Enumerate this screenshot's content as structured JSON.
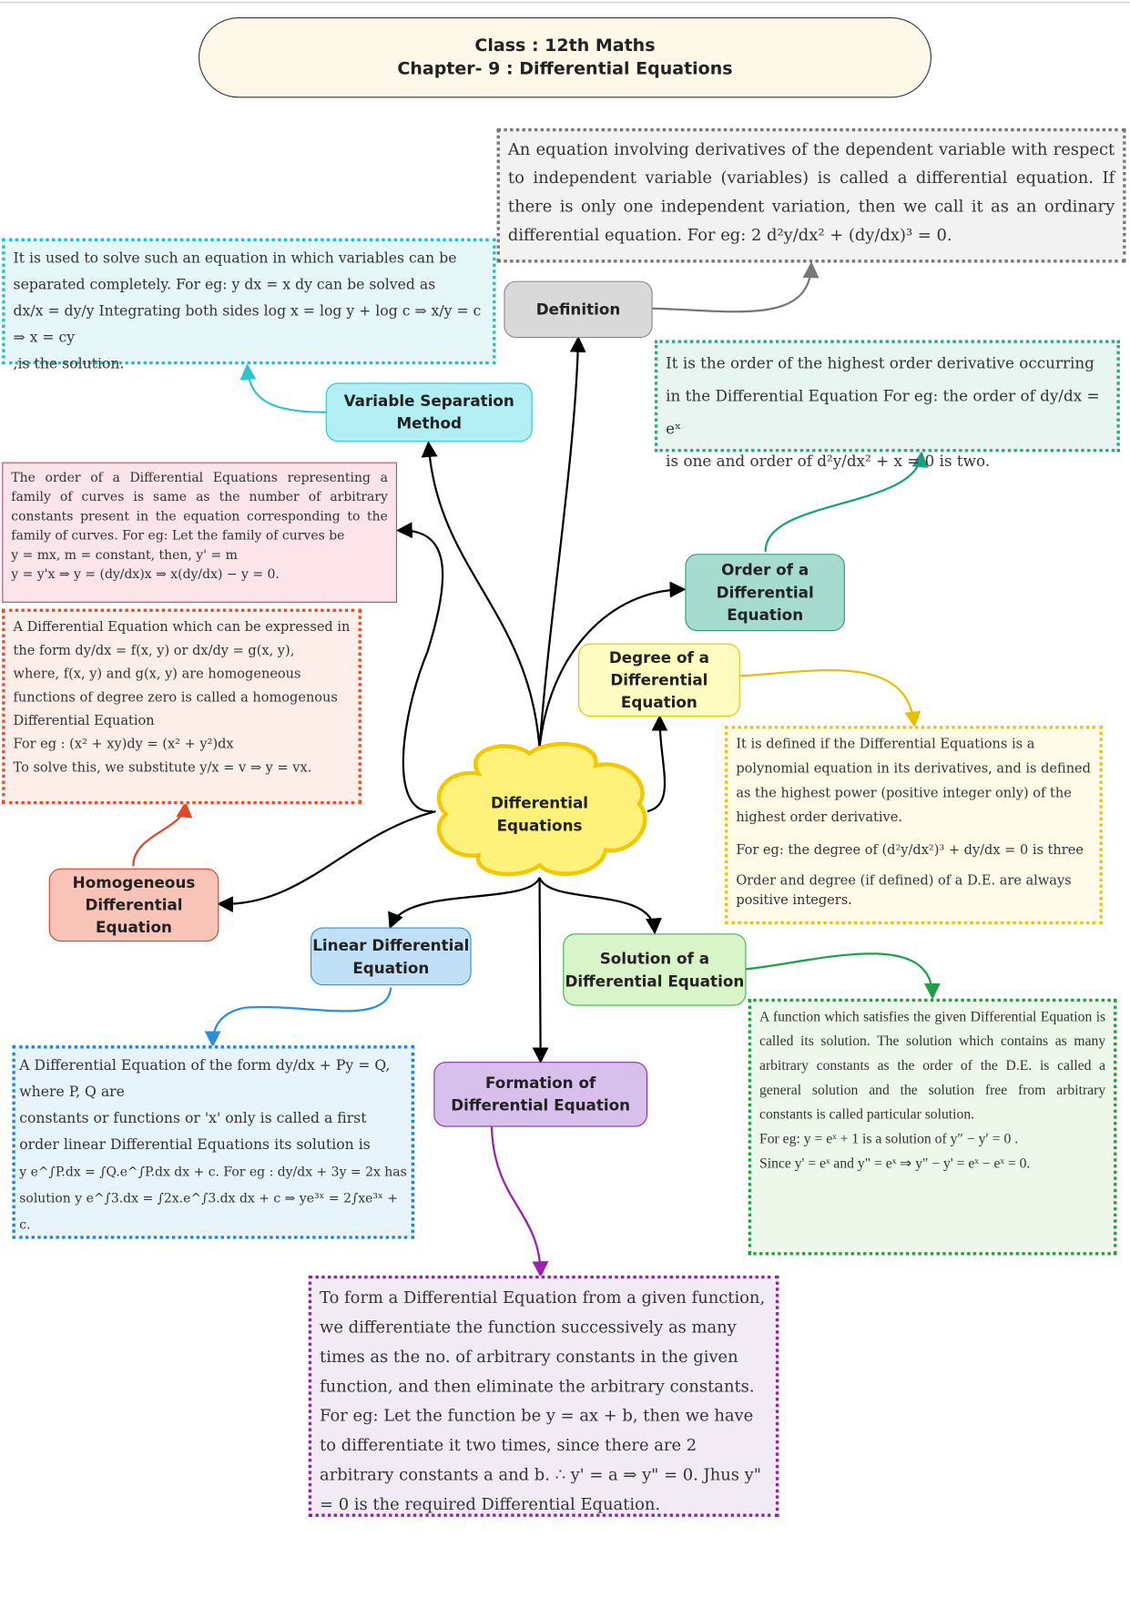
{
  "title": {
    "line1": "Class : 12th Maths",
    "line2": "Chapter- 9 : Differential Equations"
  },
  "center": {
    "label": "Differential Equations"
  },
  "nodes": {
    "definition": "Definition",
    "variable_separation": "Variable Separation Method",
    "order": "Order of a Differential Equation",
    "degree": "Degree of a Differential Equation",
    "homogeneous": "Homogeneous Differential Equation",
    "linear": "Linear Differential Equation",
    "solution": "Solution of a Differential Equation",
    "formation": "Formation of Differential Equation"
  },
  "texts": {
    "definition": [
      "An equation involving derivatives of the dependent variable with respect to independent variable (variables) is called a differential equation. If there is only one independent variation, then we call it as an ordinary differential equation. For eg:  2 d²y/dx² + (dy/dx)³ = 0."
    ],
    "variable_separation": [
      "It is used to solve such an equation in which variables can be separated completely. For eg: y dx = x dy   can be solved as",
      "dx/x = dy/y  Integrating both sides log x = log y + log c ⇒ x/y = c ⇒ x = cy",
      ",is the solution."
    ],
    "order": [
      "It is the order of the highest order derivative occurring in the Differential Equation For eg: the order of dy/dx = eˣ",
      "is one and order of d²y/dx² + x = 0 is two."
    ],
    "family": [
      "The order of a Differential Equations representing a family of curves is same as the number of arbitrary constants present in the equation corresponding to the family of curves. For eg: Let the family of curves be",
      "y = mx,  m = constant, then, y' = m",
      "y = y'x ⇒ y = (dy/dx)x ⇒ x(dy/dx) − y = 0."
    ],
    "homogeneous": [
      "A Differential Equation which can be expressed in the form dy/dx = f(x, y) or dx/dy = g(x, y),",
      "where, f(x, y) and g(x, y) are homogeneous functions of degree zero is called a homogenous Differential Equation",
      "For eg : (x² + xy)dy = (x² + y²)dx",
      "To solve this, we substitute y/x = v ⇒ y = vx."
    ],
    "degree": [
      "It is defined if the Differential Equations is a polynomial equation in its derivatives, and is defined as the highest power (positive integer only) of the highest order derivative.",
      "For eg: the degree of (d²y/dx²)³ + dy/dx = 0 is three",
      "Order and degree (if defined) of a D.E. are always positive integers."
    ],
    "linear": [
      "A Differential Equation of the form dy/dx + Py = Q,",
      "where P, Q are",
      "constants or functions or 'x' only is called a first order linear Differential Equations its solution is",
      "y e^∫P.dx = ∫Q.e^∫P.dx dx + c. For eg : dy/dx + 3y = 2x  has",
      "solution y e^∫3.dx = ∫2x.e^∫3.dx dx + c ⇒ ye³ˣ = 2∫xe³ˣ + c."
    ],
    "solution": [
      "A function which satisfies the given Differential Equation is called its solution. The solution which contains as many arbitrary constants as the order of the D.E. is called a general solution and the solution free from arbitrary constants is called particular solution.",
      "For eg: y = eˣ + 1 is a solution of y″ − y′ = 0 .",
      "Since y' = eˣ and y\" = eˣ ⇒ y\" − y' = eˣ − eˣ = 0."
    ],
    "formation": [
      "To form a Differential Equation from a given function, we differentiate the function successively as many times as the no. of arbitrary constants in the given function, and then eliminate the arbitrary constants.",
      "For eg: Let the function be y = ax + b,  then we have to differentiate it two times, since there are 2 arbitrary constants a and b. ∴ y' = a ⇒ y\" = 0. Jhus y\" = 0 is the required Differential Equation."
    ]
  }
}
